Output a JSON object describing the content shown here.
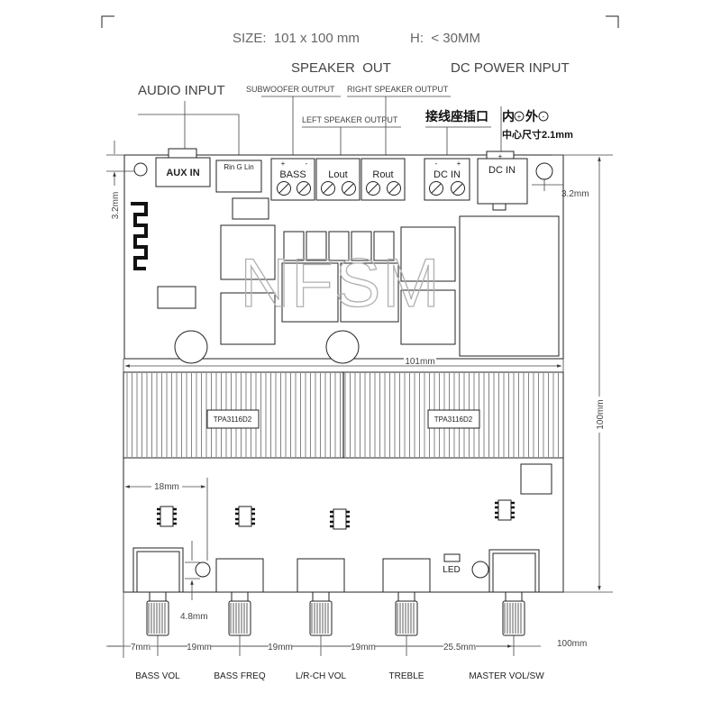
{
  "header": {
    "size": "SIZE:  101 x 100 mm",
    "height": "H:  < 30MM"
  },
  "callouts": {
    "speaker_out": "SPEAKER  OUT",
    "dc_power_input": "DC POWER INPUT",
    "audio_input": "AUDIO INPUT",
    "subwoofer_output": "SUBWOOFER OUTPUT",
    "right_speaker_output": "RIGHT SPEAKER OUTPUT",
    "left_speaker_output": "LEFT SPEAKER OUTPUT",
    "terminal_socket": "接线座插口",
    "inner": "内",
    "outer": "外",
    "center_size": "中心尺寸2.1mm"
  },
  "board": {
    "aux_in": "AUX IN",
    "rin_g_lin": "Rin G Lin",
    "bass": "BASS",
    "lout": "Lout",
    "rout": "Rout",
    "dc_in_terminal": "DC IN",
    "dc_in_barrel": "DC IN",
    "chip_left": "TPA3116D2",
    "chip_right": "TPA3116D2",
    "led": "LED",
    "watermark": "NFSM",
    "plus": "+",
    "minus": "-"
  },
  "dimensions": {
    "left_edge": "3.2mm",
    "right_edge": "3.2mm",
    "width": "101mm",
    "height": "100mm",
    "knob_offset": "18mm",
    "hole_offset": "4.8mm",
    "spacing": [
      "7mm",
      "19mm",
      "19mm",
      "19mm",
      "25.5mm"
    ],
    "overall_width": "100mm"
  },
  "knobs": [
    "BASS VOL",
    "BASS FREQ",
    "L/R-CH VOL",
    "TREBLE",
    "MASTER VOL/SW"
  ]
}
